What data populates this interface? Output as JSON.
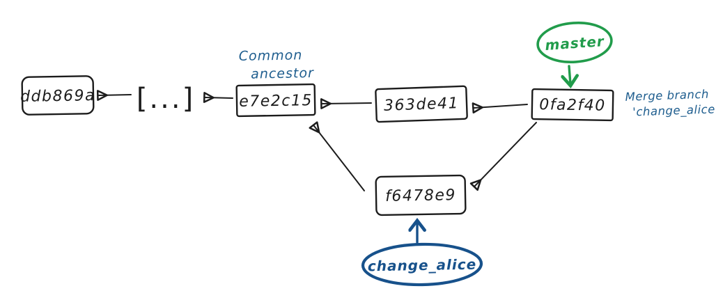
{
  "diagram": {
    "kind": "git-commit-graph (hand-drawn)",
    "colors": {
      "ink": "#1c1c1c",
      "green": "#219c4b",
      "blue": "#1e5d8e",
      "blue_dark": "#17518b",
      "background": "#ffffff"
    },
    "commits": [
      {
        "label": "ddb869a"
      },
      {
        "label": "[...]"
      },
      {
        "label": "e7e2c15"
      },
      {
        "label": "363de41"
      },
      {
        "label": "0fa2f40"
      },
      {
        "label": "f6478e9"
      }
    ],
    "branch_labels": [
      {
        "name": "master",
        "color": "#219c4b",
        "points_to": "0fa2f40"
      },
      {
        "name": "change_alice",
        "color": "#17518b",
        "points_to": "f6478e9"
      }
    ],
    "annotations": {
      "common_ancestor": {
        "line1": "Common",
        "line2": "ancestor",
        "refers_to": "e7e2c15"
      },
      "merge_note": {
        "line1": "Merge branch",
        "line2": "'change_alice'",
        "refers_to": "0fa2f40"
      }
    },
    "edges": [
      {
        "from": "[...]",
        "to": "ddb869a"
      },
      {
        "from": "e7e2c15",
        "to": "[...]"
      },
      {
        "from": "363de41",
        "to": "e7e2c15"
      },
      {
        "from": "0fa2f40",
        "to": "363de41"
      },
      {
        "from": "f6478e9",
        "to": "e7e2c15"
      },
      {
        "from": "0fa2f40",
        "to": "f6478e9"
      },
      {
        "from": "master",
        "to": "0fa2f40"
      },
      {
        "from": "change_alice",
        "to": "f6478e9"
      }
    ]
  }
}
